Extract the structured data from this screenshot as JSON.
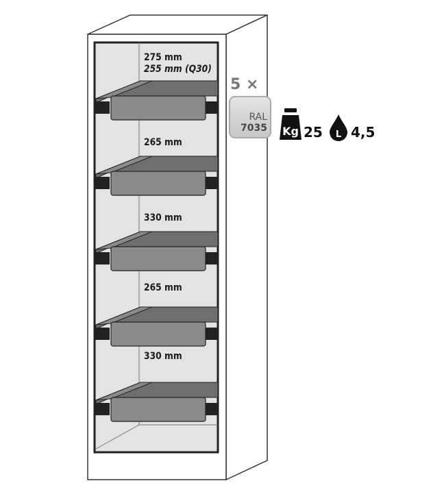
{
  "shelves": [
    {
      "label": "275 mm",
      "sub_label": "255 mm (Q30)"
    },
    {
      "label": "265 mm"
    },
    {
      "label": "330 mm"
    },
    {
      "label": "265 mm"
    },
    {
      "label": "330 mm"
    }
  ],
  "tray_count": "5 ×",
  "color_swatch": {
    "line1": "RAL",
    "line2": "7035",
    "color": "#d5d5d5"
  },
  "weight": {
    "icon_text": "Kg",
    "value": "25"
  },
  "volume": {
    "icon_text": "L",
    "value": "4,5"
  },
  "colors": {
    "tray": "#8a8a8a",
    "interior": "#e3e3e3",
    "outline": "#333333"
  }
}
